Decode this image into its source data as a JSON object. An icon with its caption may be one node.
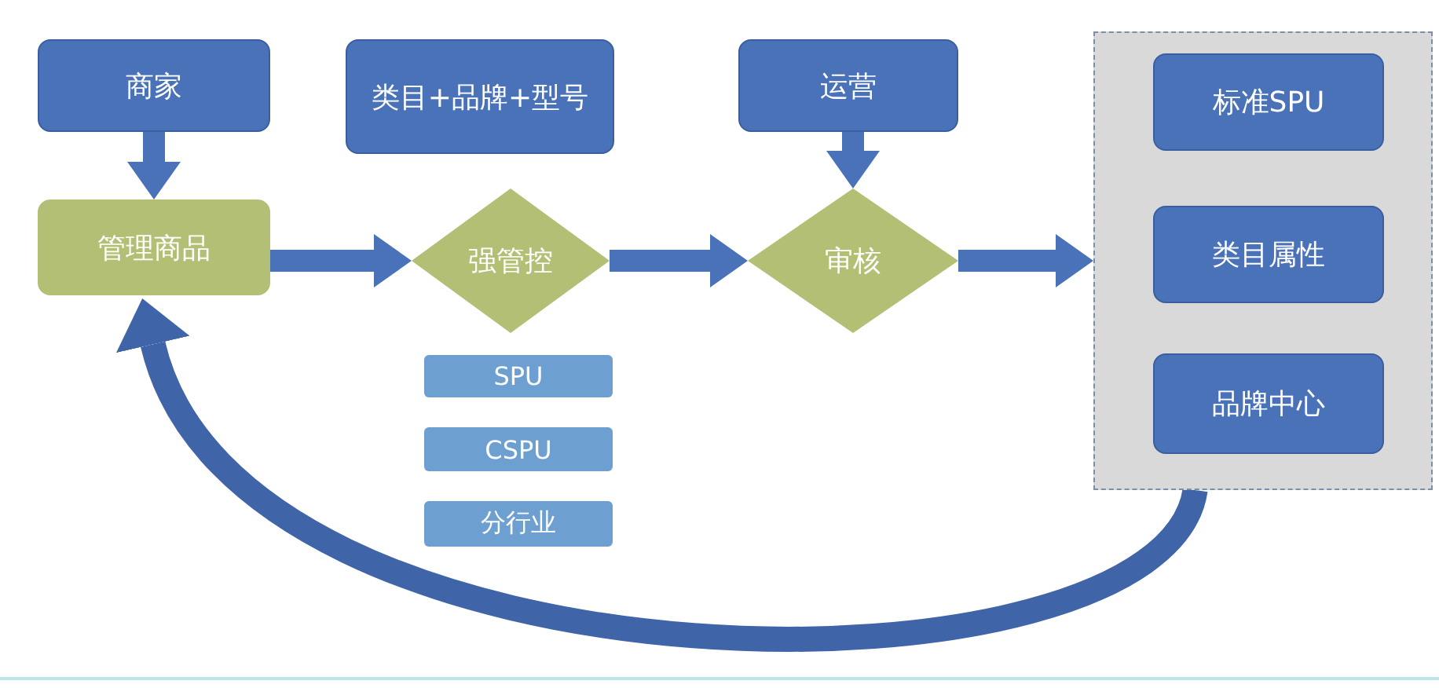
{
  "diagram": {
    "nodes": [
      {
        "text": [
          "商家"
        ]
      },
      {
        "text": [
          "管理商品"
        ]
      },
      {
        "text": [
          "类目+品牌+型号"
        ]
      },
      {
        "text": [
          "强管控"
        ]
      },
      {
        "text": [
          "SPU"
        ]
      },
      {
        "text": [
          "CSPU"
        ]
      },
      {
        "text": [
          "分行业"
        ]
      },
      {
        "text": [
          "运营"
        ]
      },
      {
        "text": [
          "审核"
        ]
      },
      {
        "text": [],
        "shape": "box"
      },
      {
        "text": [
          "标准SPU"
        ],
        "in": 9
      },
      {
        "text": [
          "类目属性"
        ],
        "in": 9
      },
      {
        "text": [
          "品牌中心"
        ],
        "in": 9
      }
    ],
    "edges": [
      {
        "from": 0,
        "to": 1,
        "arrow": "to"
      },
      {
        "from": 1,
        "to": 3,
        "arrow": "to"
      },
      {
        "from": 3,
        "to": 8,
        "arrow": "to"
      },
      {
        "from": 7,
        "to": 8,
        "arrow": "to"
      },
      {
        "from": 8,
        "to": 9,
        "arrow": "to"
      },
      {
        "from": 9,
        "to": 1,
        "arrow": "to"
      }
    ]
  }
}
